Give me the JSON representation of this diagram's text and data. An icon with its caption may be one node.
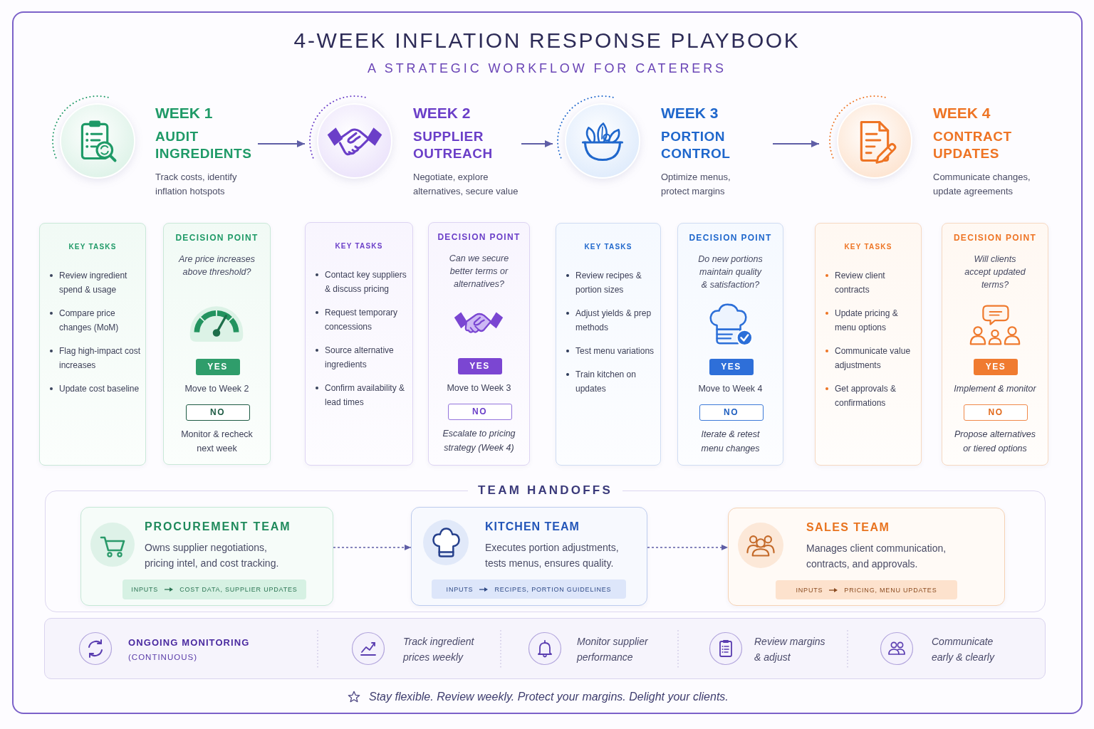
{
  "diagram": {
    "title": "4-WEEK INFLATION RESPONSE PLAYBOOK",
    "caption": "Stay flexible. Review weekly. Protect your margins. Delight your clients.",
    "labels": [
      "A STRATEGIC WORKFLOW FOR CATERERS"
    ],
    "nodes": [
      {
        "text": [
          "WEEK 1",
          "AUDIT INGREDIENTS",
          "Track costs, identify inflation hotspots"
        ]
      },
      {
        "text": [
          "WEEK 2",
          "SUPPLIER OUTREACH",
          "Negotiate, explore alternatives, secure value"
        ]
      },
      {
        "text": [
          "WEEK 3",
          "PORTION CONTROL",
          "Optimize menus, protect margins"
        ]
      },
      {
        "text": [
          "WEEK 4",
          "CONTRACT UPDATES",
          "Communicate changes, update agreements"
        ]
      },
      {
        "text": [
          "KEY TASKS",
          "Review ingredient spend & usage",
          "Compare price changes (MoM)",
          "Flag high-impact cost increases",
          "Update cost baseline"
        ]
      },
      {
        "text": [
          "DECISION POINT",
          "Are price increases above threshold?"
        ]
      },
      {
        "text": [
          "YES"
        ],
        "in": 5,
        "beside": [
          "Move to Week 2"
        ]
      },
      {
        "text": [
          "NO"
        ],
        "in": 5,
        "beside": [
          "Monitor & recheck next week"
        ]
      },
      {
        "text": [
          "KEY TASKS",
          "Contact key suppliers & discuss pricing",
          "Request temporary concessions",
          "Source alternative ingredients",
          "Confirm availability & lead times"
        ]
      },
      {
        "text": [
          "DECISION POINT",
          "Can we secure better terms or alternatives?"
        ]
      },
      {
        "text": [
          "YES"
        ],
        "in": 9,
        "beside": [
          "Move to Week 3"
        ]
      },
      {
        "text": [
          "NO"
        ],
        "in": 9,
        "beside": [
          "Escalate to pricing strategy (Week 4)"
        ]
      },
      {
        "text": [
          "KEY TASKS",
          "Review recipes & portion sizes",
          "Adjust yields & prep methods",
          "Test menu variations",
          "Train kitchen on updates"
        ]
      },
      {
        "text": [
          "DECISION POINT",
          "Do new portions maintain quality & satisfaction?"
        ]
      },
      {
        "text": [
          "YES"
        ],
        "in": 13,
        "beside": [
          "Move to Week 4"
        ]
      },
      {
        "text": [
          "NO"
        ],
        "in": 13,
        "beside": [
          "Iterate & retest menu changes"
        ]
      },
      {
        "text": [
          "KEY TASKS",
          "Review client contracts",
          "Update pricing & menu options",
          "Communicate value adjustments",
          "Get approvals & confirmations"
        ]
      },
      {
        "text": [
          "DECISION POINT",
          "Will clients accept updated terms?"
        ]
      },
      {
        "text": [
          "YES"
        ],
        "in": 17,
        "beside": [
          "Implement & monitor"
        ]
      },
      {
        "text": [
          "NO"
        ],
        "in": 17,
        "beside": [
          "Propose alternatives or tiered options"
        ]
      },
      {
        "text": [
          "TEAM HANDOFFS"
        ]
      },
      {
        "text": [
          "PROCUREMENT TEAM",
          "Owns supplier negotiations, pricing intel, and cost tracking."
        ],
        "in": 20
      },
      {
        "text": [
          "INPUTS",
          "COST DATA, SUPPLIER UPDATES"
        ],
        "in": 21
      },
      {
        "text": [
          "KITCHEN TEAM",
          "Executes portion adjustments, tests menus, ensures quality."
        ],
        "in": 20
      },
      {
        "text": [
          "INPUTS",
          "RECIPES, PORTION GUIDELINES"
        ],
        "in": 23
      },
      {
        "text": [
          "SALES TEAM",
          "Manages client communication, contracts, and approvals."
        ],
        "in": 20
      },
      {
        "text": [
          "INPUTS",
          "PRICING, MENU UPDATES"
        ],
        "in": 25
      },
      {
        "text": [
          "ONGOING MONITORING",
          "(CONTINUOUS)",
          "Track ingredient prices weekly",
          "Monitor supplier performance",
          "Review margins & adjust",
          "Communicate early & clearly"
        ]
      }
    ],
    "edges": [
      {
        "from": 0,
        "to": 1,
        "arrow": "to"
      },
      {
        "from": 1,
        "to": 2,
        "arrow": "to"
      },
      {
        "from": 2,
        "to": 3,
        "arrow": "to"
      },
      {
        "from": 21,
        "to": 23,
        "arrow": "to",
        "style": "dashed"
      },
      {
        "from": 23,
        "to": 25,
        "arrow": "to",
        "style": "dashed"
      }
    ]
  }
}
